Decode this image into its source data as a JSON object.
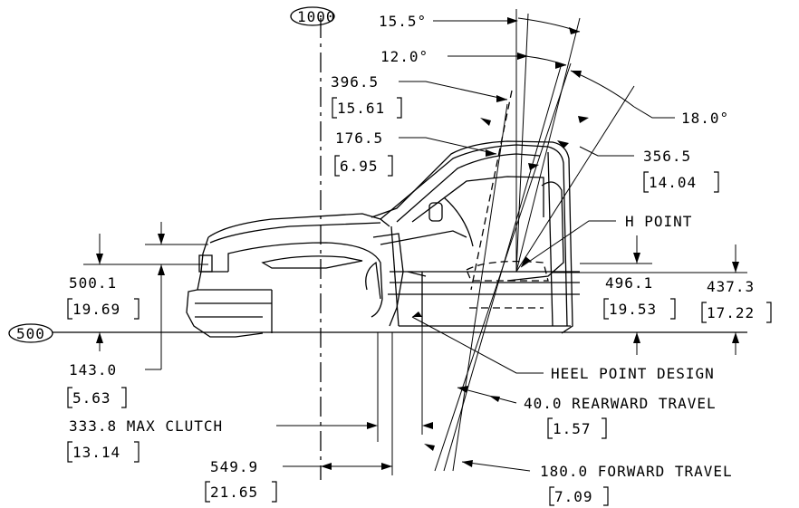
{
  "labels": {
    "ref_1000": "1000",
    "ref_500": "500",
    "angle_155": "15.5°",
    "angle_120": "12.0°",
    "angle_180": "18.0°",
    "dim_3965": "396.5",
    "dim_1561": "15.61",
    "dim_1765": "176.5",
    "dim_695": "6.95",
    "dim_3565": "356.5",
    "dim_1404": "14.04",
    "h_point": "H POINT",
    "dim_5001": "500.1",
    "dim_1969": "19.69",
    "dim_4961": "496.1",
    "dim_1953": "19.53",
    "dim_4373": "437.3",
    "dim_1722": "17.22",
    "dim_1430": "143.0",
    "dim_563": "5.63",
    "heel_point": "HEEL POINT DESIGN",
    "rear_travel": "40.0  REARWARD TRAVEL",
    "dim_157": "1.57",
    "max_clutch": "333.8  MAX CLUTCH",
    "dim_1314": "13.14",
    "dim_5499": "549.9",
    "dim_2165": "21.65",
    "fwd_travel": "180.0  FORWARD TRAVEL",
    "dim_709": "7.09"
  }
}
